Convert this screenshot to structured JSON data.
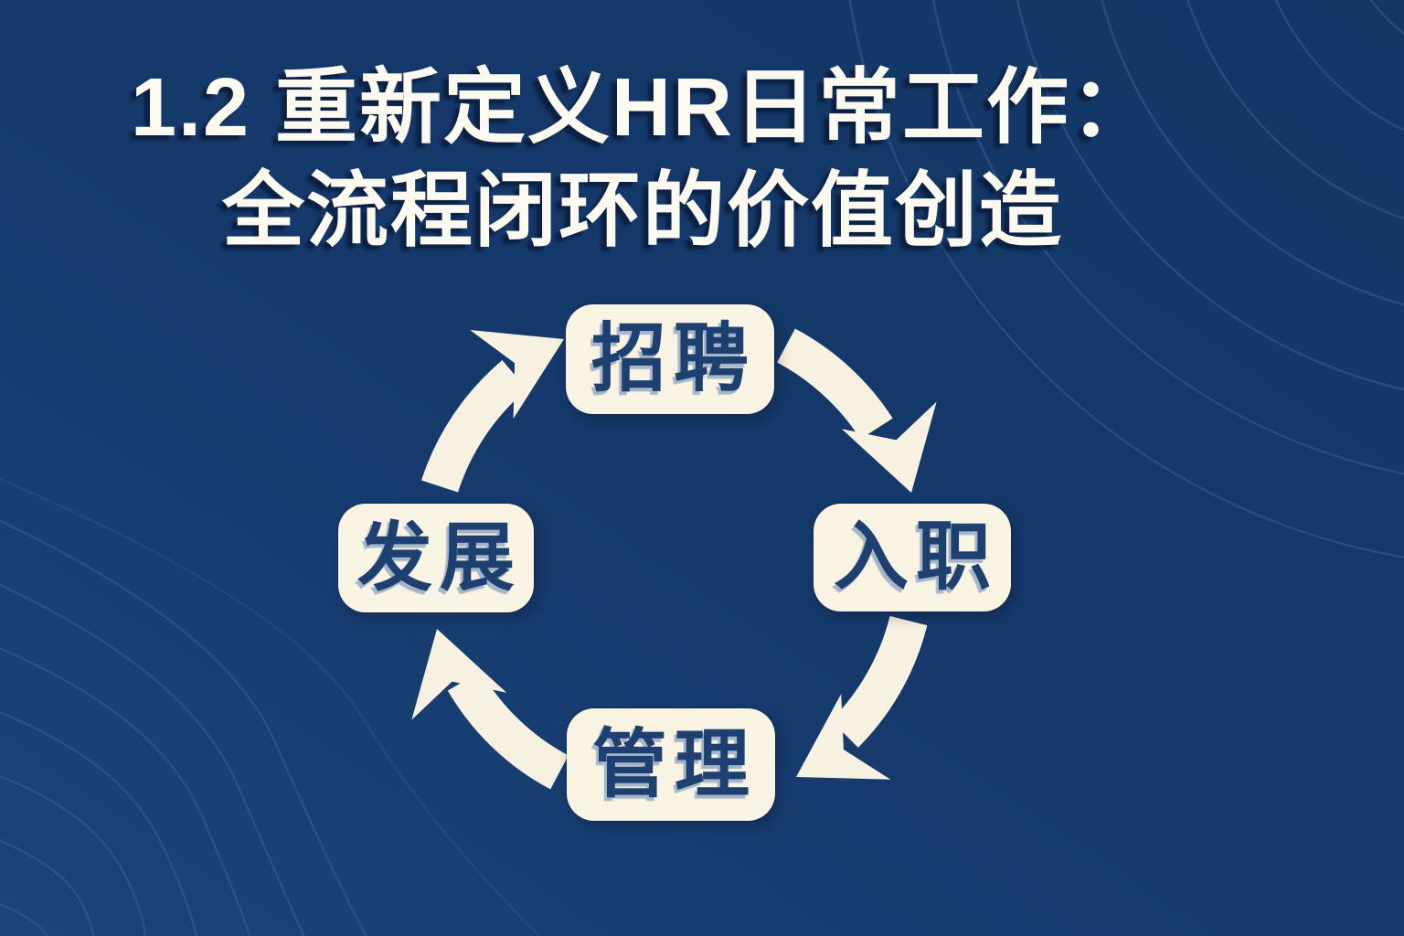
{
  "slide": {
    "title_line1": "1.2 重新定义HR日常工作：",
    "title_line2": "全流程闭环的价值创造"
  },
  "cycle": {
    "direction": "clockwise",
    "nodes": [
      {
        "id": "recruitment",
        "label": "招聘",
        "position": "top"
      },
      {
        "id": "onboarding",
        "label": "入职",
        "position": "right"
      },
      {
        "id": "management",
        "label": "管理",
        "position": "bottom"
      },
      {
        "id": "development",
        "label": "发展",
        "position": "left"
      }
    ],
    "flow": [
      {
        "from": "招聘",
        "to": "入职"
      },
      {
        "from": "入职",
        "to": "管理"
      },
      {
        "from": "管理",
        "to": "发展"
      },
      {
        "from": "发展",
        "to": "招聘"
      }
    ]
  },
  "colors": {
    "bg": "#15396B",
    "bg_light": "#1C447A",
    "bg_dark": "#123765",
    "wave": "#5D86B8",
    "node_fill": "#F8F3E2",
    "node_text": "#1E4070",
    "title_text": "#FBF9F0",
    "arrow_fill": "#F6F1E0"
  }
}
